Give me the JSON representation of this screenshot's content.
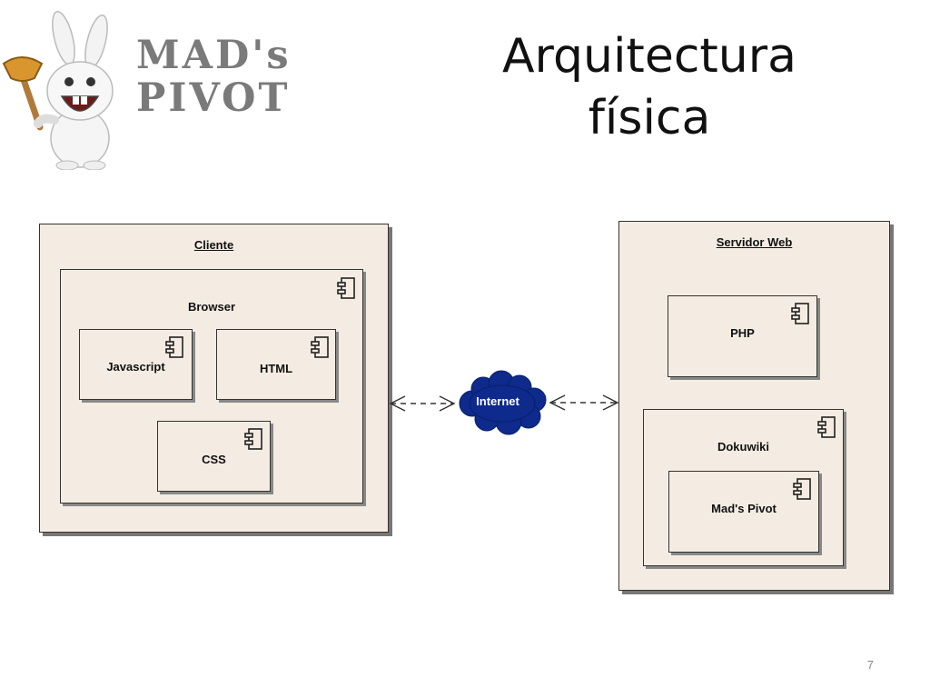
{
  "slide": {
    "title_line1": "Arquitectura",
    "title_line2": "física",
    "page_number": "7"
  },
  "logo": {
    "line1": "MAD's",
    "line2": "PIVOT",
    "mascot": "rabbid-with-plunger"
  },
  "diagram": {
    "client_node": "Cliente",
    "browser": "Browser",
    "javascript": "Javascript",
    "html": "HTML",
    "css": "CSS",
    "network": "Internet",
    "server_node": "Servidor Web",
    "php": "PHP",
    "dokuwiki": "Dokuwiki",
    "plugin": "Mad's Pivot",
    "component_icon": "uml-component-icon"
  },
  "colors": {
    "box_fill": "#f4ece2",
    "cloud_fill": "#0d2a8c",
    "logo_text": "#7a7a7a"
  }
}
